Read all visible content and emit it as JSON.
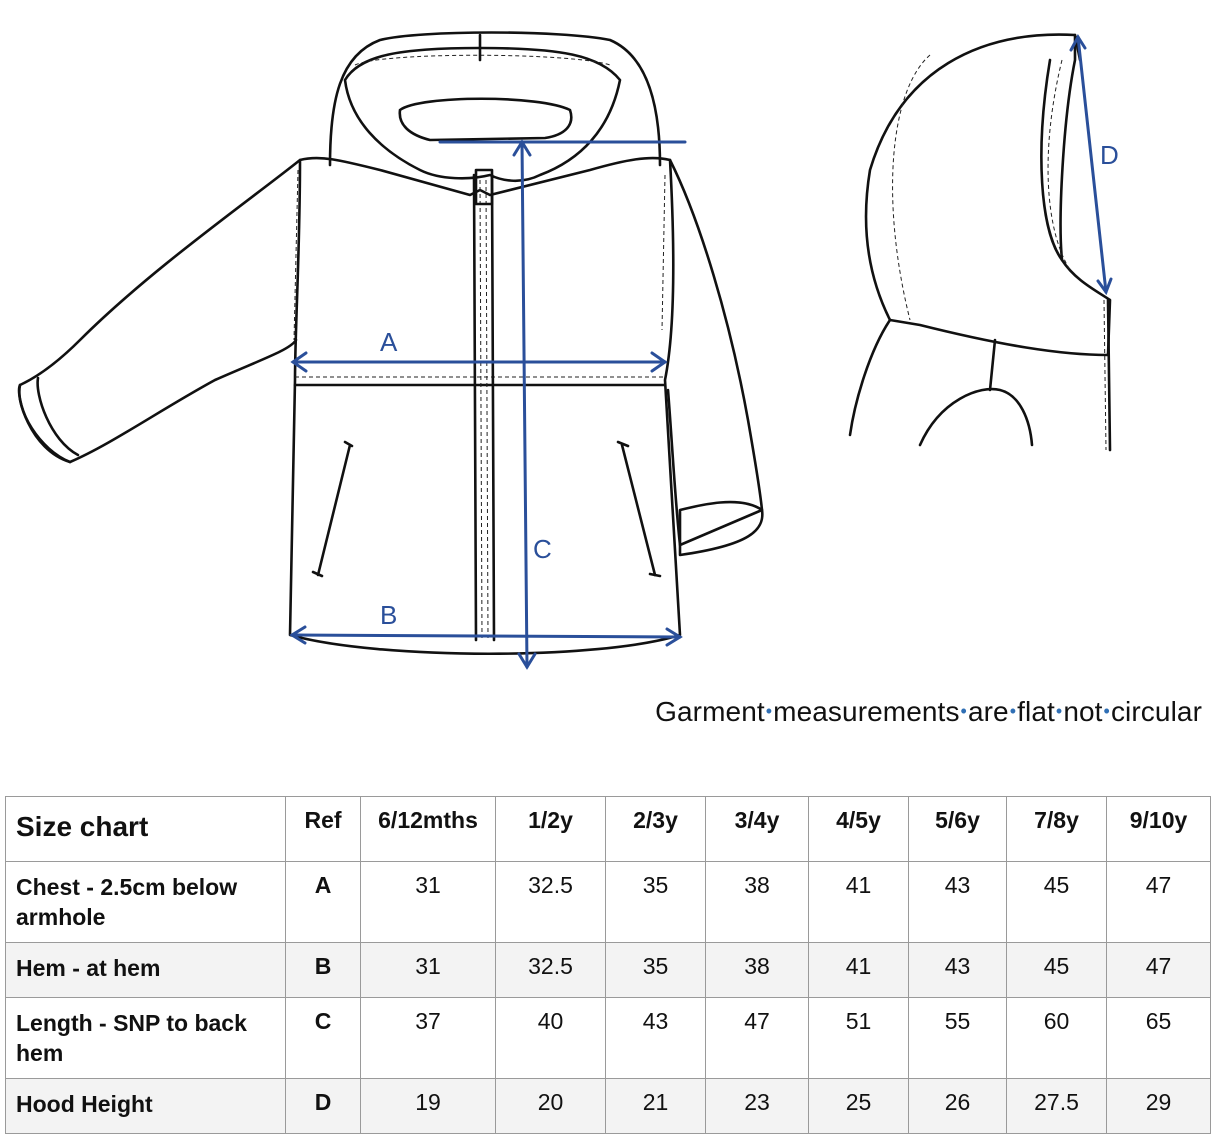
{
  "illustration": {
    "measure_labels": {
      "a": "A",
      "b": "B",
      "c": "C",
      "d": "D"
    },
    "line_color": "#2a4f9a"
  },
  "note": {
    "words": [
      "Garment",
      "measurements",
      "are",
      "flat",
      "not",
      "circular"
    ]
  },
  "table": {
    "title": "Size chart",
    "ref_header": "Ref",
    "sizes": [
      "6/12mths",
      "1/2y",
      "2/3y",
      "3/4y",
      "4/5y",
      "5/6y",
      "7/8y",
      "9/10y"
    ],
    "rows": [
      {
        "label": "Chest - 2.5cm below armhole",
        "ref": "A",
        "values": [
          "31",
          "32.5",
          "35",
          "38",
          "41",
          "43",
          "45",
          "47"
        ]
      },
      {
        "label": "Hem - at hem",
        "ref": "B",
        "values": [
          "31",
          "32.5",
          "35",
          "38",
          "41",
          "43",
          "45",
          "47"
        ]
      },
      {
        "label": "Length - SNP to back hem",
        "ref": "C",
        "values": [
          "37",
          "40",
          "43",
          "47",
          "51",
          "55",
          "60",
          "65"
        ]
      },
      {
        "label": "Hood Height",
        "ref": "D",
        "values": [
          "19",
          "20",
          "21",
          "23",
          "25",
          "26",
          "27.5",
          "29"
        ]
      }
    ]
  }
}
